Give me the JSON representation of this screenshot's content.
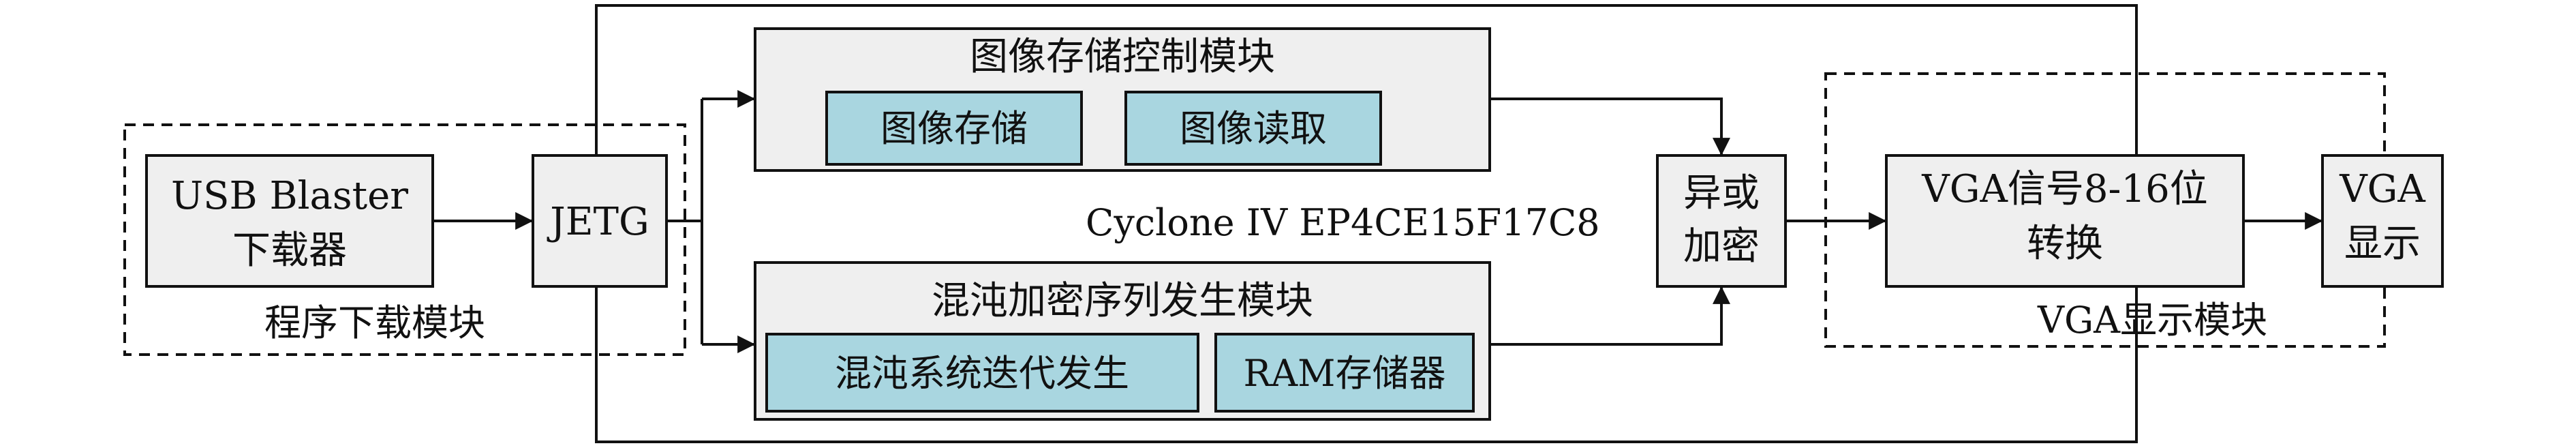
{
  "fpga": {
    "label": "Cyclone IV EP4CE15F17C8"
  },
  "download_module": {
    "label": "程序下载模块",
    "usb_blaster": {
      "line1": "USB Blaster",
      "line2": "下载器"
    },
    "jetg": {
      "label": "JETG"
    }
  },
  "image_storage_control": {
    "title": "图像存储控制模块",
    "storage": "图像存储",
    "read": "图像读取"
  },
  "chaos_sequence": {
    "title": "混沌加密序列发生模块",
    "iteration": "混沌系统迭代发生",
    "ram": "RAM存储器"
  },
  "xor_encrypt": {
    "line1": "异或",
    "line2": "加密"
  },
  "vga_module": {
    "label": "VGA显示模块",
    "convert": {
      "line1": "VGA信号8-16位",
      "line2": "转换"
    },
    "display": {
      "line1": "VGA",
      "line2": "显示"
    }
  }
}
